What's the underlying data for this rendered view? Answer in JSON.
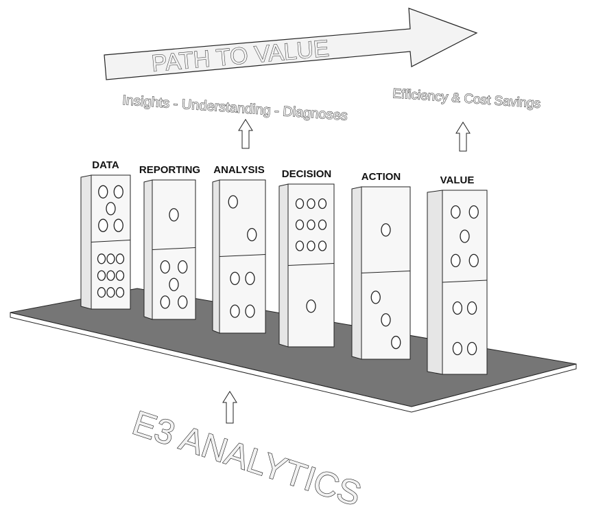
{
  "title": "PATH TO VALUE",
  "left_outcome": "Insights - Understanding - Diagnoses",
  "right_outcome": "Efficiency & Cost Savings",
  "brand": "E3 ANALYTICS",
  "dominoes": [
    {
      "label": "DATA",
      "top_pips": 5,
      "bottom_pips": 9
    },
    {
      "label": "REPORTING",
      "top_pips": 1,
      "bottom_pips": 5
    },
    {
      "label": "ANALYSIS",
      "top_pips": 2,
      "bottom_pips": 4
    },
    {
      "label": "DECISION",
      "top_pips": 9,
      "bottom_pips": 1
    },
    {
      "label": "ACTION",
      "top_pips": 1,
      "bottom_pips": 3
    },
    {
      "label": "VALUE",
      "top_pips": 5,
      "bottom_pips": 4
    }
  ],
  "colors": {
    "platform": "#767676",
    "domino": "#f7f7f7",
    "side": "#e6e6e6"
  }
}
